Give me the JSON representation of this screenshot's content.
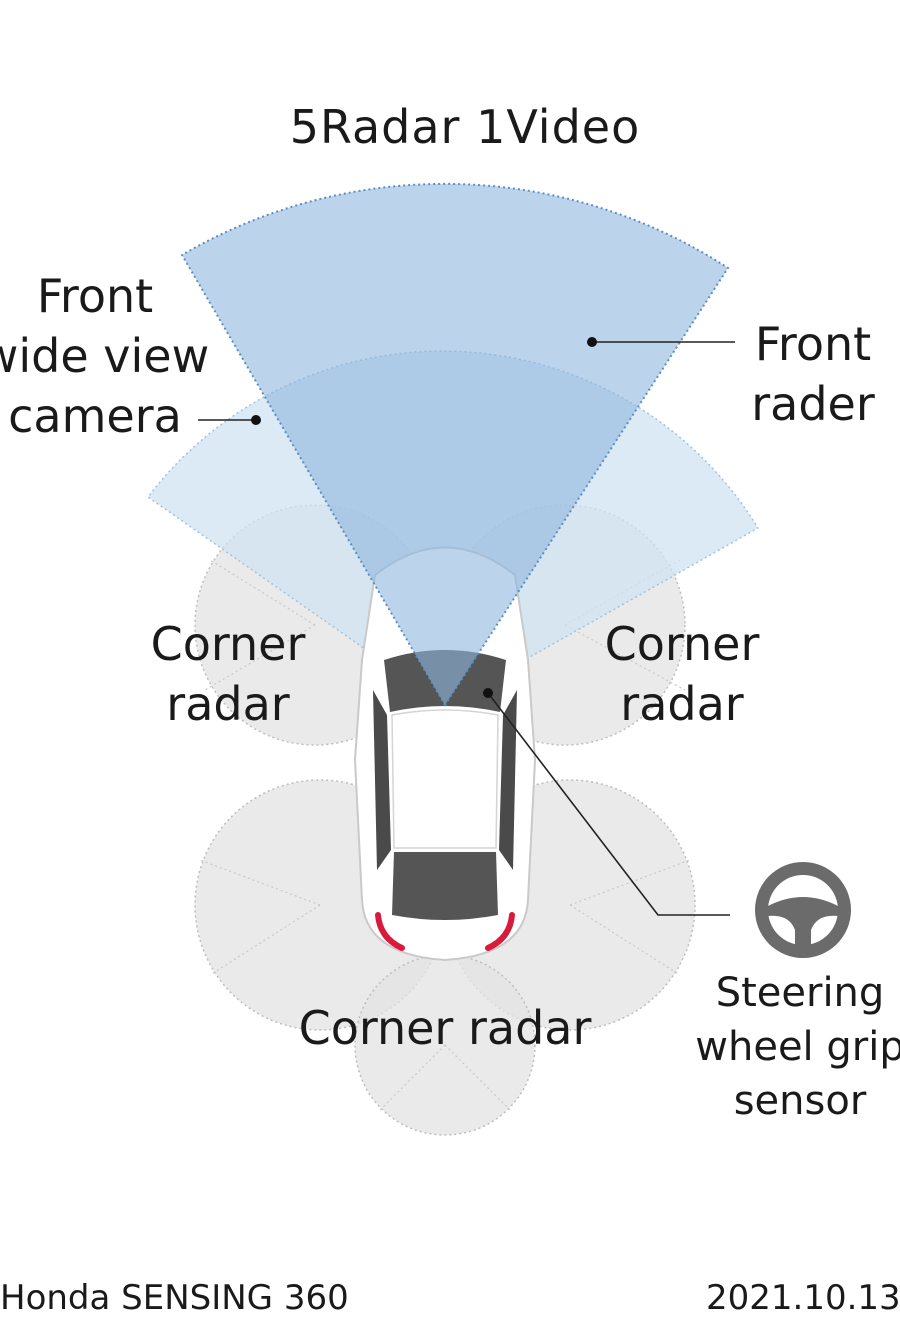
{
  "title": "5Radar 1Video",
  "labels": {
    "camera": "Front\nwide view\ncamera",
    "front_radar": "Front\nrader",
    "corner_left": "Corner\nradar",
    "corner_right": "Corner\nradar",
    "corner_rear": "Corner radar",
    "steering": "Steering\nwheel grip\nsensor"
  },
  "footer": {
    "left": "Honda SENSING 360",
    "right": "2021.10.13"
  },
  "colors": {
    "front_radar_fill": "#8db5de",
    "camera_fill": "#cfe3f2",
    "corner_fill": "#e6e6e6",
    "steering_icon": "#6b6b6b",
    "tail_light": "#d81b3c"
  },
  "icons": [
    "steering-wheel-icon"
  ]
}
